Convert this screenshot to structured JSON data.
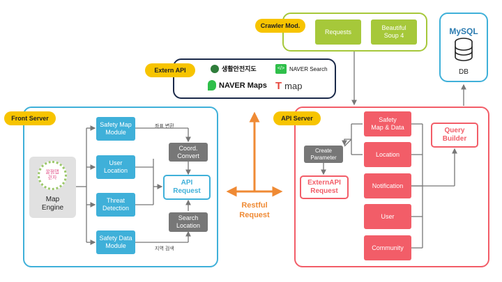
{
  "crawler": {
    "label": "Crawler Mod.",
    "requests": "Requests",
    "soup": "Beautiful\nSoup 4"
  },
  "db": {
    "brand": "MySQL",
    "label": "DB"
  },
  "extern": {
    "label": "Extern API",
    "logos": [
      "생활안전지도",
      "NAVER Search",
      "NAVER Maps",
      "map"
    ]
  },
  "front": {
    "label": "Front Server",
    "engine_badge": "꿀잼맵\n걷자",
    "engine": "Map\nEngine",
    "safety_map": "Safety Map\nModule",
    "user_location": "User\nLocation",
    "threat": "Threat\nDetection",
    "safety_data": "Safety Data\nModule",
    "coord": "Coord.\nConvert",
    "api_request": "API\nRequest",
    "search": "Search\nLocation",
    "note_top": "좌표 변환",
    "note_bottom": "지역 검색"
  },
  "restful": "Restful\nRequest",
  "api": {
    "label": "API Server",
    "safety": "Safety\nMap & Data",
    "location": "Location",
    "notification": "Notification",
    "user": "User",
    "community": "Community",
    "create": "Create\nParameter",
    "extern_request": "ExternAPI\nRequest",
    "query": "Query\nBuilder"
  },
  "colors": {
    "green": "#a6c83a",
    "blue": "#3fb0d9",
    "red": "#f25d68",
    "orange": "#ef8a34",
    "yellow": "#f7c400",
    "navy": "#1b2a4a"
  }
}
